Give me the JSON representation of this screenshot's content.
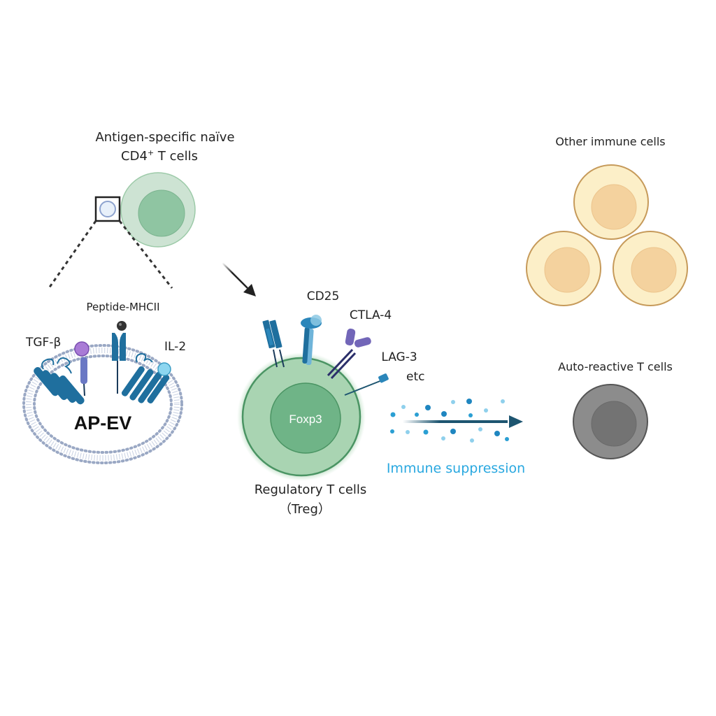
{
  "naive_cell": {
    "title_line1": "Antigen-specific naïve",
    "title_line2_main": "CD4",
    "title_line2_sup": "+",
    "title_line2_rest": " T cells"
  },
  "ap_ev": {
    "label": "AP-EV",
    "molecules": {
      "tgf_beta": "TGF-β",
      "peptide_mhcii": "Peptide-MHCII",
      "il2": "IL-2"
    }
  },
  "treg": {
    "nucleus_label": "Foxp3",
    "title_line1": "Regulatory T cells",
    "title_line2": "（Treg）",
    "markers": {
      "cd25": "CD25",
      "ctla4": "CTLA-4",
      "lag3": "LAG-3",
      "etc": "etc"
    }
  },
  "suppression": {
    "label": "Immune suppression",
    "color": "#29a8e0"
  },
  "targets": {
    "other_immune_cells": "Other immune cells",
    "auto_reactive": "Auto-reactive T cells"
  },
  "colors": {
    "naive_outer": "#cde3d3",
    "naive_inner": "#8fc5a2",
    "treg_outer": "#a9d4b2",
    "treg_inner": "#6fb487",
    "treg_stroke": "#4a9463",
    "other_outer": "#fcefc8",
    "other_inner": "#f4d29e",
    "other_stroke": "#c69a5a",
    "auto_outer": "#8c8c8c",
    "auto_inner": "#737373",
    "receptor_blue": "#1f6f9e",
    "receptor_purple": "#7266b8",
    "arrow_dark": "#1d5570"
  }
}
